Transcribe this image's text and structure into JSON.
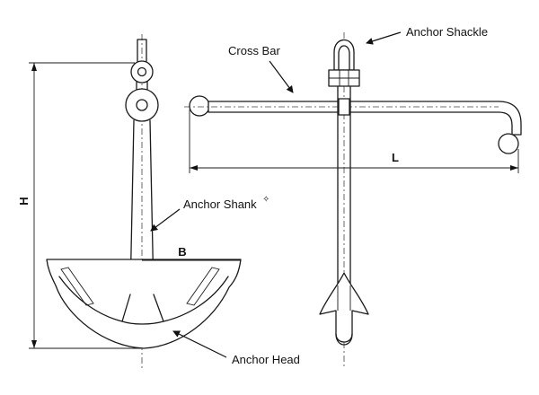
{
  "labels": {
    "anchor_shackle": "Anchor Shackle",
    "cross_bar": "Cross Bar",
    "anchor_shank": "Anchor Shank",
    "anchor_head": "Anchor Head"
  },
  "dimensions": {
    "height": "H",
    "breadth": "B",
    "length": "L"
  },
  "marker": "✧",
  "colors": {
    "line": "#1a1a1a",
    "background": "#ffffff"
  }
}
